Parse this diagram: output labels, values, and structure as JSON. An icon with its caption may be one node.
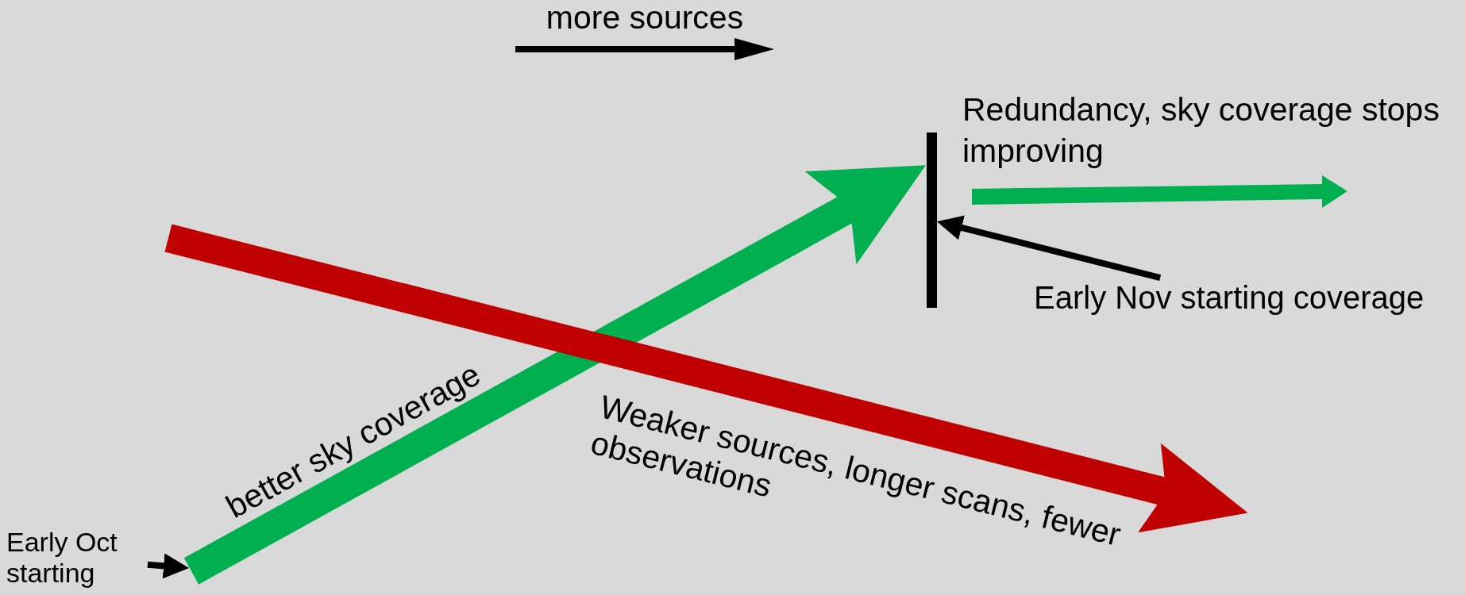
{
  "diagram": {
    "nodes": [
      {
        "text": [
          "Early Oct starting"
        ]
      },
      {
        "text": [
          "Early Nov starting coverage"
        ]
      },
      {
        "text": [],
        "shape": "bar"
      }
    ],
    "edges": [
      {
        "from": 0,
        "to": null,
        "arrow": "to"
      },
      {
        "from": 1,
        "to": 2,
        "arrow": "to"
      }
    ],
    "labels": [
      "more sources",
      "Redundancy, sky coverage stops improving",
      "better sky coverage",
      "Weaker sources, longer scans, fewer observations"
    ]
  }
}
